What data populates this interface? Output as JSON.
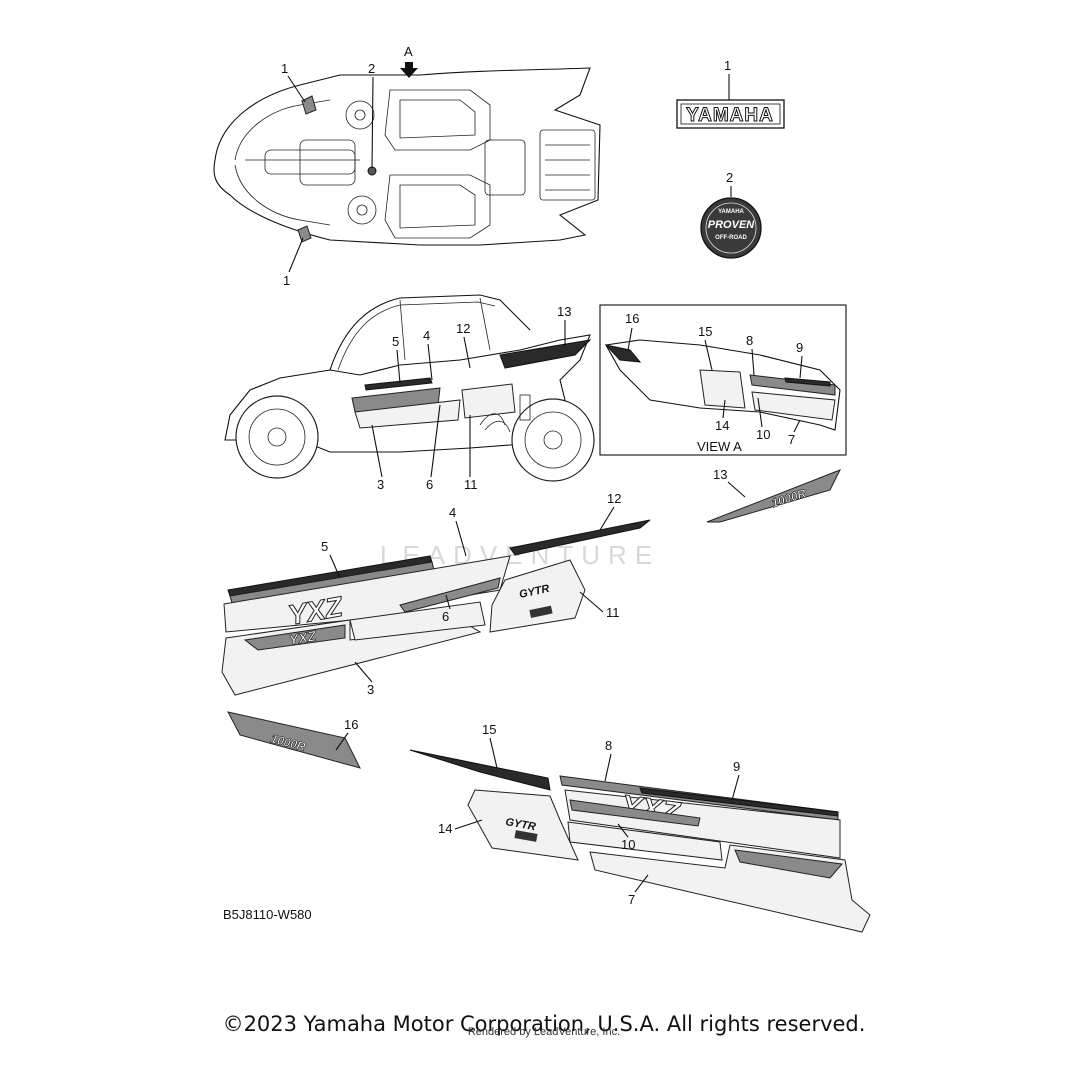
{
  "diagram": {
    "part_code": "B5J8110-W580",
    "view_label": "VIEW A",
    "view_arrow_label": "A",
    "callouts": [
      "1",
      "2",
      "3",
      "4",
      "5",
      "6",
      "7",
      "8",
      "9",
      "10",
      "11",
      "12",
      "13",
      "14",
      "15",
      "16"
    ],
    "decal_text": {
      "yamaha_logo": "YAMAHA",
      "badge_top": "YAMAHA",
      "badge_mid": "PROVEN",
      "badge_bot": "OFF-ROAD",
      "model_1000r": "1000R",
      "gytr": "GYTR",
      "yxz": "YXZ"
    }
  },
  "footer": {
    "copyright": "©2023 Yamaha Motor Corporation, U.S.A. All rights reserved.",
    "rendered_by": "Rendered by LeadVenture, Inc."
  },
  "watermark": "LEADVENTURE"
}
